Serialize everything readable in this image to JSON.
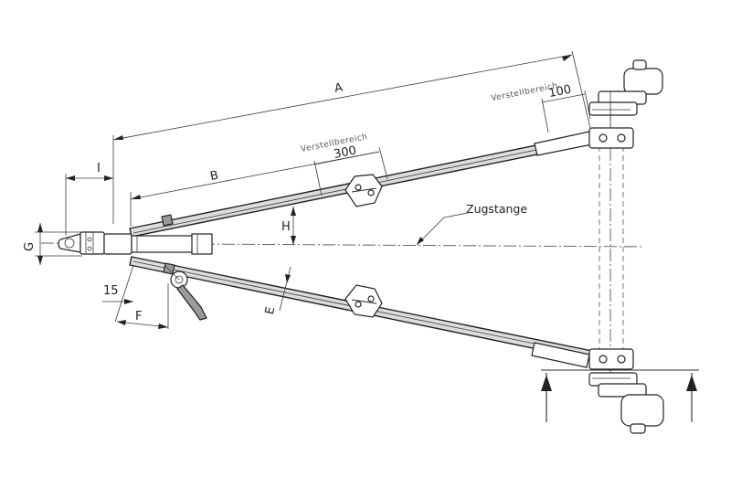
{
  "dimensions": {
    "a": "A",
    "b": "B",
    "i": "I",
    "g": "G",
    "h": "H",
    "e": "E",
    "f": "F",
    "v15": "15"
  },
  "adjust_outer": {
    "label": "Verstellbereich",
    "value": "100"
  },
  "adjust_inner": {
    "label": "Verstellbereich",
    "value": "300"
  },
  "drawbar": {
    "label": "Zugstange"
  },
  "colors": {
    "line": "#2a2a2a",
    "bar_fill": "#dcdcdc"
  }
}
